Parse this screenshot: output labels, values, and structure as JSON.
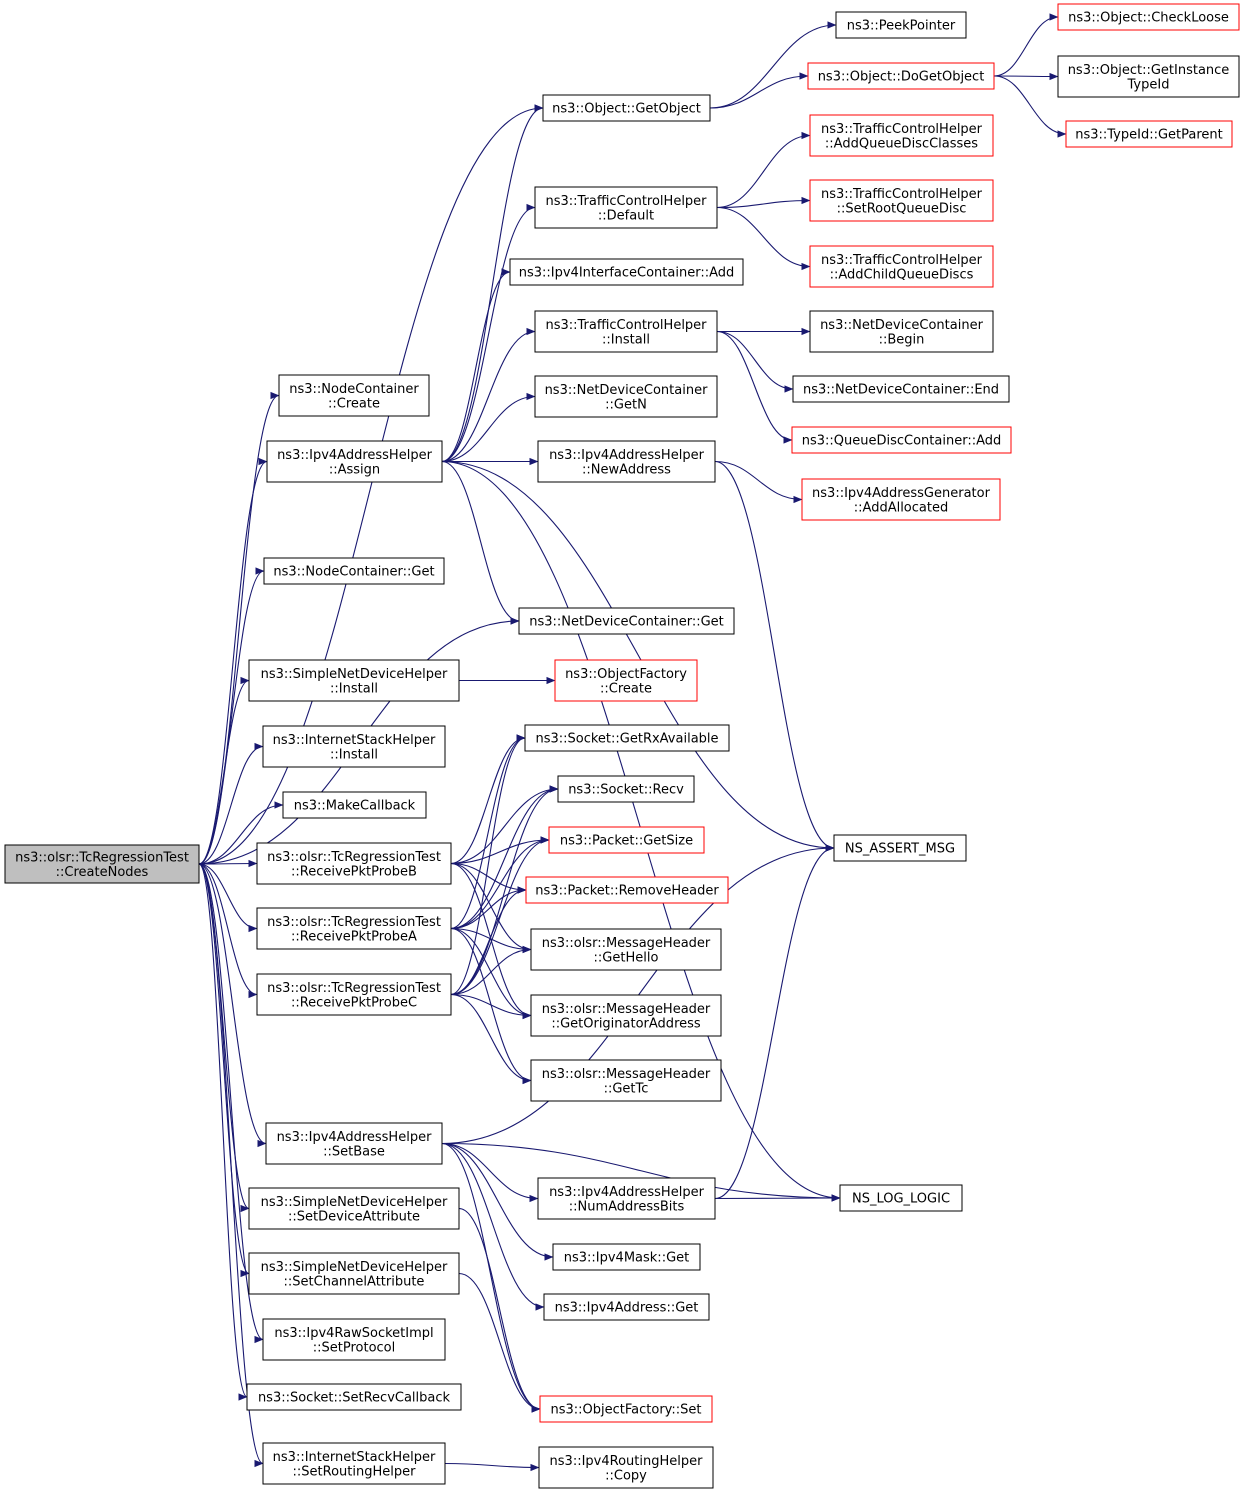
{
  "graph": {
    "colors": {
      "edge": "#191970",
      "border_normal": "#000000",
      "border_truncated": "#ff0000",
      "root_fill": "#bfbfbf",
      "node_fill": "#ffffff"
    },
    "nodes": [
      {
        "id": "root",
        "lines": [
          "ns3::olsr::TcRegressionTest",
          "::CreateNodes"
        ],
        "kind": "root"
      },
      {
        "id": "peekpointer",
        "lines": [
          "ns3::PeekPointer"
        ],
        "kind": "normal"
      },
      {
        "id": "checkloose",
        "lines": [
          "ns3::Object::CheckLoose"
        ],
        "kind": "truncated"
      },
      {
        "id": "dogetobject",
        "lines": [
          "ns3::Object::DoGetObject"
        ],
        "kind": "truncated"
      },
      {
        "id": "getinstancetypeid",
        "lines": [
          "ns3::Object::GetInstance",
          "TypeId"
        ],
        "kind": "normal"
      },
      {
        "id": "getobject",
        "lines": [
          "ns3::Object::GetObject"
        ],
        "kind": "normal"
      },
      {
        "id": "getparent",
        "lines": [
          "ns3::TypeId::GetParent"
        ],
        "kind": "truncated"
      },
      {
        "id": "addqueuediscclasses",
        "lines": [
          "ns3::TrafficControlHelper",
          "::AddQueueDiscClasses"
        ],
        "kind": "truncated"
      },
      {
        "id": "tchdefault",
        "lines": [
          "ns3::TrafficControlHelper",
          "::Default"
        ],
        "kind": "normal"
      },
      {
        "id": "setrootqueuedisc",
        "lines": [
          "ns3::TrafficControlHelper",
          "::SetRootQueueDisc"
        ],
        "kind": "truncated"
      },
      {
        "id": "addchildqueuediscs",
        "lines": [
          "ns3::TrafficControlHelper",
          "::AddChildQueueDiscs"
        ],
        "kind": "truncated"
      },
      {
        "id": "ipv4ifcadd",
        "lines": [
          "ns3::Ipv4InterfaceContainer::Add"
        ],
        "kind": "normal"
      },
      {
        "id": "tchinstall",
        "lines": [
          "ns3::TrafficControlHelper",
          "::Install"
        ],
        "kind": "normal"
      },
      {
        "id": "ndcbegin",
        "lines": [
          "ns3::NetDeviceContainer",
          "::Begin"
        ],
        "kind": "normal"
      },
      {
        "id": "ndcend",
        "lines": [
          "ns3::NetDeviceContainer::End"
        ],
        "kind": "normal"
      },
      {
        "id": "qdcadd",
        "lines": [
          "ns3::QueueDiscContainer::Add"
        ],
        "kind": "truncated"
      },
      {
        "id": "nodecreate",
        "lines": [
          "ns3::NodeContainer",
          "::Create"
        ],
        "kind": "normal"
      },
      {
        "id": "ndcgetn",
        "lines": [
          "ns3::NetDeviceContainer",
          "::GetN"
        ],
        "kind": "normal"
      },
      {
        "id": "assign",
        "lines": [
          "ns3::Ipv4AddressHelper",
          "::Assign"
        ],
        "kind": "normal"
      },
      {
        "id": "newaddress",
        "lines": [
          "ns3::Ipv4AddressHelper",
          "::NewAddress"
        ],
        "kind": "normal"
      },
      {
        "id": "addallocated",
        "lines": [
          "ns3::Ipv4AddressGenerator",
          "::AddAllocated"
        ],
        "kind": "truncated"
      },
      {
        "id": "nodeget",
        "lines": [
          "ns3::NodeContainer::Get"
        ],
        "kind": "normal"
      },
      {
        "id": "ndcget",
        "lines": [
          "ns3::NetDeviceContainer::Get"
        ],
        "kind": "normal"
      },
      {
        "id": "sndhinstall",
        "lines": [
          "ns3::SimpleNetDeviceHelper",
          "::Install"
        ],
        "kind": "normal"
      },
      {
        "id": "ofcreate",
        "lines": [
          "ns3::ObjectFactory",
          "::Create"
        ],
        "kind": "truncated"
      },
      {
        "id": "ishinstall",
        "lines": [
          "ns3::InternetStackHelper",
          "::Install"
        ],
        "kind": "normal"
      },
      {
        "id": "getrxavailable",
        "lines": [
          "ns3::Socket::GetRxAvailable"
        ],
        "kind": "normal"
      },
      {
        "id": "makecallback",
        "lines": [
          "ns3::MakeCallback"
        ],
        "kind": "normal"
      },
      {
        "id": "socketrecv",
        "lines": [
          "ns3::Socket::Recv"
        ],
        "kind": "normal"
      },
      {
        "id": "packetgetsize",
        "lines": [
          "ns3::Packet::GetSize"
        ],
        "kind": "truncated"
      },
      {
        "id": "nsassertmsg",
        "lines": [
          "NS_ASSERT_MSG"
        ],
        "kind": "normal"
      },
      {
        "id": "probeb",
        "lines": [
          "ns3::olsr::TcRegressionTest",
          "::ReceivePktProbeB"
        ],
        "kind": "normal"
      },
      {
        "id": "removeheader",
        "lines": [
          "ns3::Packet::RemoveHeader"
        ],
        "kind": "truncated"
      },
      {
        "id": "probea",
        "lines": [
          "ns3::olsr::TcRegressionTest",
          "::ReceivePktProbeA"
        ],
        "kind": "normal"
      },
      {
        "id": "gethello",
        "lines": [
          "ns3::olsr::MessageHeader",
          "::GetHello"
        ],
        "kind": "normal"
      },
      {
        "id": "probec",
        "lines": [
          "ns3::olsr::TcRegressionTest",
          "::ReceivePktProbeC"
        ],
        "kind": "normal"
      },
      {
        "id": "getoriginator",
        "lines": [
          "ns3::olsr::MessageHeader",
          "::GetOriginatorAddress"
        ],
        "kind": "normal"
      },
      {
        "id": "gettc",
        "lines": [
          "ns3::olsr::MessageHeader",
          "::GetTc"
        ],
        "kind": "normal"
      },
      {
        "id": "setbase",
        "lines": [
          "ns3::Ipv4AddressHelper",
          "::SetBase"
        ],
        "kind": "normal"
      },
      {
        "id": "numaddressbits",
        "lines": [
          "ns3::Ipv4AddressHelper",
          "::NumAddressBits"
        ],
        "kind": "normal"
      },
      {
        "id": "nsloglogic",
        "lines": [
          "NS_LOG_LOGIC"
        ],
        "kind": "normal"
      },
      {
        "id": "setdeviceattribute",
        "lines": [
          "ns3::SimpleNetDeviceHelper",
          "::SetDeviceAttribute"
        ],
        "kind": "normal"
      },
      {
        "id": "ipv4maskget",
        "lines": [
          "ns3::Ipv4Mask::Get"
        ],
        "kind": "normal"
      },
      {
        "id": "setchannelattribute",
        "lines": [
          "ns3::SimpleNetDeviceHelper",
          "::SetChannelAttribute"
        ],
        "kind": "normal"
      },
      {
        "id": "ipv4addressget",
        "lines": [
          "ns3::Ipv4Address::Get"
        ],
        "kind": "normal"
      },
      {
        "id": "setprotocol",
        "lines": [
          "ns3::Ipv4RawSocketImpl",
          "::SetProtocol"
        ],
        "kind": "normal"
      },
      {
        "id": "setrecvcallback",
        "lines": [
          "ns3::Socket::SetRecvCallback"
        ],
        "kind": "normal"
      },
      {
        "id": "ofset",
        "lines": [
          "ns3::ObjectFactory::Set"
        ],
        "kind": "truncated"
      },
      {
        "id": "setroutinghelper",
        "lines": [
          "ns3::InternetStackHelper",
          "::SetRoutingHelper"
        ],
        "kind": "normal"
      },
      {
        "id": "routinghelpercopy",
        "lines": [
          "ns3::Ipv4RoutingHelper",
          "::Copy"
        ],
        "kind": "normal"
      }
    ],
    "edges": [
      [
        "root",
        "getobject"
      ],
      [
        "root",
        "nodecreate"
      ],
      [
        "root",
        "assign"
      ],
      [
        "root",
        "nodeget"
      ],
      [
        "root",
        "ndcget"
      ],
      [
        "root",
        "sndhinstall"
      ],
      [
        "root",
        "ishinstall"
      ],
      [
        "root",
        "makecallback"
      ],
      [
        "root",
        "probeb"
      ],
      [
        "root",
        "probea"
      ],
      [
        "root",
        "probec"
      ],
      [
        "root",
        "setbase"
      ],
      [
        "root",
        "setdeviceattribute"
      ],
      [
        "root",
        "setchannelattribute"
      ],
      [
        "root",
        "setprotocol"
      ],
      [
        "root",
        "setrecvcallback"
      ],
      [
        "root",
        "setroutinghelper"
      ],
      [
        "getobject",
        "peekpointer"
      ],
      [
        "getobject",
        "dogetobject"
      ],
      [
        "dogetobject",
        "checkloose"
      ],
      [
        "dogetobject",
        "getinstancetypeid"
      ],
      [
        "dogetobject",
        "getparent"
      ],
      [
        "assign",
        "getobject"
      ],
      [
        "assign",
        "tchdefault"
      ],
      [
        "assign",
        "ipv4ifcadd"
      ],
      [
        "assign",
        "tchinstall"
      ],
      [
        "assign",
        "ndcgetn"
      ],
      [
        "assign",
        "newaddress"
      ],
      [
        "assign",
        "ndcget"
      ],
      [
        "assign",
        "nsassertmsg"
      ],
      [
        "assign",
        "nsloglogic"
      ],
      [
        "tchdefault",
        "addqueuediscclasses"
      ],
      [
        "tchdefault",
        "setrootqueuedisc"
      ],
      [
        "tchdefault",
        "addchildqueuediscs"
      ],
      [
        "tchinstall",
        "ndcbegin"
      ],
      [
        "tchinstall",
        "ndcend"
      ],
      [
        "tchinstall",
        "qdcadd"
      ],
      [
        "newaddress",
        "addallocated"
      ],
      [
        "newaddress",
        "nsassertmsg"
      ],
      [
        "sndhinstall",
        "ofcreate"
      ],
      [
        "probeb",
        "getrxavailable"
      ],
      [
        "probeb",
        "socketrecv"
      ],
      [
        "probeb",
        "packetgetsize"
      ],
      [
        "probeb",
        "removeheader"
      ],
      [
        "probeb",
        "gethello"
      ],
      [
        "probeb",
        "getoriginator"
      ],
      [
        "probea",
        "getrxavailable"
      ],
      [
        "probea",
        "socketrecv"
      ],
      [
        "probea",
        "packetgetsize"
      ],
      [
        "probea",
        "removeheader"
      ],
      [
        "probea",
        "gethello"
      ],
      [
        "probea",
        "getoriginator"
      ],
      [
        "probea",
        "gettc"
      ],
      [
        "probec",
        "getrxavailable"
      ],
      [
        "probec",
        "socketrecv"
      ],
      [
        "probec",
        "packetgetsize"
      ],
      [
        "probec",
        "removeheader"
      ],
      [
        "probec",
        "gethello"
      ],
      [
        "probec",
        "getoriginator"
      ],
      [
        "probec",
        "gettc"
      ],
      [
        "setbase",
        "nsassertmsg"
      ],
      [
        "setbase",
        "numaddressbits"
      ],
      [
        "setbase",
        "nsloglogic"
      ],
      [
        "setbase",
        "ipv4maskget"
      ],
      [
        "setbase",
        "ipv4addressget"
      ],
      [
        "setbase",
        "ofset"
      ],
      [
        "numaddressbits",
        "nsloglogic"
      ],
      [
        "numaddressbits",
        "nsassertmsg"
      ],
      [
        "setdeviceattribute",
        "ofset"
      ],
      [
        "setchannelattribute",
        "ofset"
      ],
      [
        "setroutinghelper",
        "routinghelpercopy"
      ]
    ]
  }
}
